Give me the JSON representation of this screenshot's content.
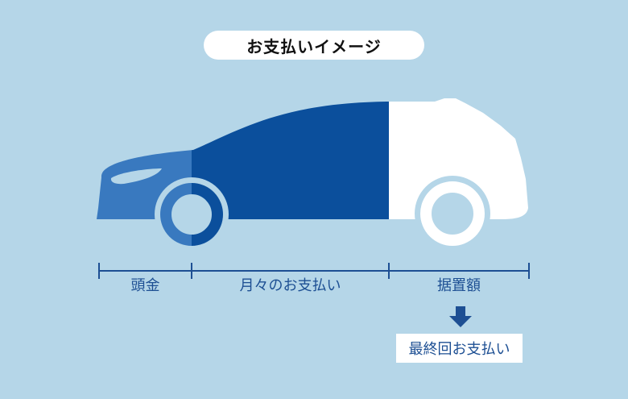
{
  "title": "お支払いイメージ",
  "segments": {
    "down_payment": "頭金",
    "monthly": "月々のお支払い",
    "residual": "据置額"
  },
  "final_payment": "最終回お支払い",
  "colors": {
    "background": "#b5d6e8",
    "down_payment": "#3979bf",
    "monthly": "#0b4f9c",
    "residual": "#ffffff",
    "text": "#1d4f93"
  }
}
